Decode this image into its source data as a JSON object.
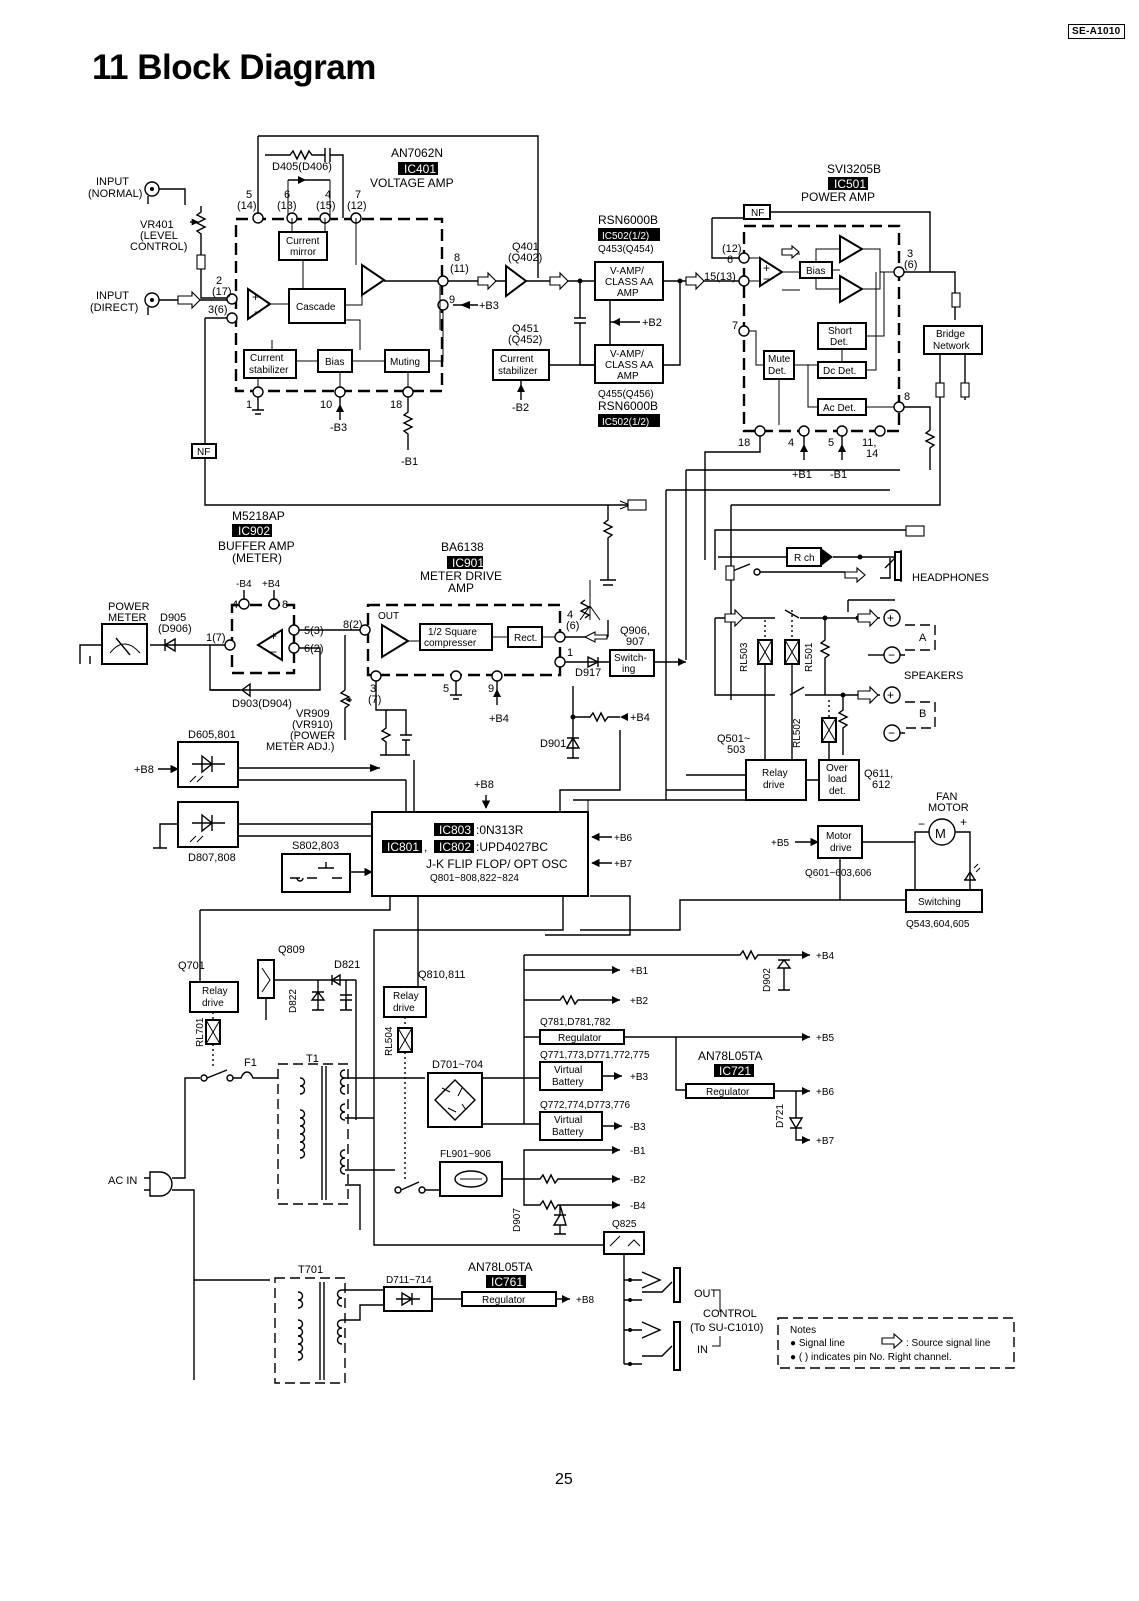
{
  "header": {
    "model": "SE-A1010",
    "title": "11 Block Diagram",
    "page_number": "25"
  },
  "ics": {
    "ic401": {
      "part": "AN7062N",
      "ref": "IC401",
      "func": "VOLTAGE AMP"
    },
    "ic501": {
      "part": "SVI3205B",
      "ref": "IC501",
      "func": "POWER AMP"
    },
    "ic502a": {
      "part": "RSN6000B",
      "ref": "IC502(1/2)",
      "trans": "Q453(Q454)"
    },
    "ic502b": {
      "part": "RSN6000B",
      "ref": "IC502(1/2)",
      "trans": "Q455(Q456)"
    },
    "ic902": {
      "part": "M5218AP",
      "ref": "IC902",
      "func1": "BUFFER AMP",
      "func2": "(METER)"
    },
    "ic901": {
      "part": "BA6138",
      "ref": "IC901",
      "func1": "METER DRIVE",
      "func2": "AMP"
    },
    "ic803": {
      "ref": "IC803",
      "part": ":0N313R"
    },
    "ic801": {
      "ref": "IC801"
    },
    "ic802": {
      "ref": "IC802",
      "part": ":UPD4027BC"
    },
    "ic80x_func": "J-K FLIP FLOP/ OPT OSC",
    "ic80x_trans": "Q801~808,822~824",
    "ic721": {
      "part": "AN78L05TA",
      "ref": "IC721"
    },
    "ic761": {
      "part": "AN78L05TA",
      "ref": "IC761"
    }
  },
  "blocks": {
    "current_mirror": [
      "Current",
      "mirror"
    ],
    "cascade": "Cascade",
    "current_stab": [
      "Current",
      "stabilizer"
    ],
    "bias": "Bias",
    "muting": "Muting",
    "current_stab2": [
      "Current",
      "stabilizer"
    ],
    "vamp1": [
      "V-AMP/",
      "CLASS AA",
      "AMP"
    ],
    "vamp2": [
      "V-AMP/",
      "CLASS AA",
      "AMP"
    ],
    "pa_bias": "Bias",
    "short_det": [
      "Short",
      "Det."
    ],
    "mute_det": [
      "Mute",
      "Det."
    ],
    "dc_det": "Dc Det.",
    "ac_det": "Ac Det.",
    "nf": "NF",
    "bridge": [
      "Bridge",
      "Network"
    ],
    "out": "OUT",
    "sq_comp": [
      "1/2 Square",
      "compresser"
    ],
    "rect": "Rect.",
    "switching": [
      "Switch-",
      "ing"
    ],
    "relay_drive": [
      "Relay",
      "drive"
    ],
    "overload": [
      "Over",
      "load",
      "det."
    ],
    "motor_drive": [
      "Motor",
      "drive"
    ],
    "switching2": "Switching",
    "regulator": "Regulator",
    "virtual_battery": [
      "Virtual",
      "Battery"
    ],
    "rch": "R ch"
  },
  "labels": {
    "input_normal": [
      "INPUT",
      "(NORMAL)"
    ],
    "input_direct": [
      "INPUT",
      "(DIRECT)"
    ],
    "vr401": [
      "VR401",
      "(LEVEL",
      "CONTROL)"
    ],
    "d405": "D405(D406)",
    "q401": [
      "Q401",
      "(Q402)"
    ],
    "q451": [
      "Q451",
      "(Q452)"
    ],
    "power_meter": [
      "POWER",
      "METER"
    ],
    "d905": [
      "D905",
      "(D906)"
    ],
    "d903": "D903(D904)",
    "vr909": [
      "VR909",
      "(VR910)",
      "(POWER",
      "METER ADJ.)"
    ],
    "q906": [
      "Q906,",
      "907"
    ],
    "d917": "D917",
    "d901": "D901",
    "d605": "D605,801",
    "d807": "D807,808",
    "s802": "S802,803",
    "headphones": "HEADPHONES",
    "speakers": "SPEAKERS",
    "sp_a": "A",
    "sp_b": "B",
    "rl503": "RL503",
    "rl501": "RL501",
    "rl502": "RL502",
    "q501": [
      "Q501~",
      "503"
    ],
    "q611": [
      "Q611,",
      "612"
    ],
    "fan_motor": [
      "FAN",
      "MOTOR"
    ],
    "motor_m": "M",
    "q601": "Q601~603,606",
    "q543": "Q543,604,605",
    "q701": "Q701",
    "rl701": "RL701",
    "q809": "Q809",
    "d821": "D821",
    "d822": "D822",
    "q810": "Q810,811",
    "rl504": "RL504",
    "d701": "D701~704",
    "d902": "D902",
    "d721": "D721",
    "d907": "D907",
    "q781": "Q781,D781,782",
    "q771": "Q771,773,D771,772,775",
    "q772": "Q772,774,D773,776",
    "fl901": "FL901~906",
    "f1": "F1",
    "t1": "T1",
    "t701": "T701",
    "d711": "D711~714",
    "q825": "Q825",
    "ac_in": "AC IN",
    "out": "OUT",
    "control": "CONTROL",
    "to_su": "(To SU-C1010)",
    "in": "IN"
  },
  "rails": {
    "b1p": "+B1",
    "b2p": "+B2",
    "b3p": "+B3",
    "b4p": "+B4",
    "b5p": "+B5",
    "b6p": "+B6",
    "b7p": "+B7",
    "b8p": "+B8",
    "b1m": "-B1",
    "b2m": "-B2",
    "b3m": "-B3",
    "b4m": "-B4"
  },
  "pins": {
    "ic401": [
      "5",
      "(14)",
      "6",
      "(13)",
      "4",
      "(15)",
      "7",
      "(12)",
      "2",
      "(17)",
      "3(6)",
      "8",
      "(11)",
      "9",
      "1",
      "10",
      "18"
    ],
    "ic501": [
      "(12)",
      "6",
      "15(13)",
      "3",
      "(6)",
      "7",
      "8",
      "18",
      "4",
      "5",
      "11,",
      "14"
    ],
    "ic902": [
      "4",
      "8",
      "5(3)",
      "6(2)",
      "1(7)"
    ],
    "ic901": [
      "8(2)",
      "4",
      "(6)",
      "1",
      "3",
      "(7)",
      "5",
      "9"
    ]
  },
  "notes": {
    "title": "Notes",
    "line1a": "● Signal line",
    "line1b": ": Source signal line",
    "line2": "● (      ) indicates pin No. Right channel."
  },
  "colors": {
    "ink": "#000000",
    "paper": "#ffffff"
  }
}
